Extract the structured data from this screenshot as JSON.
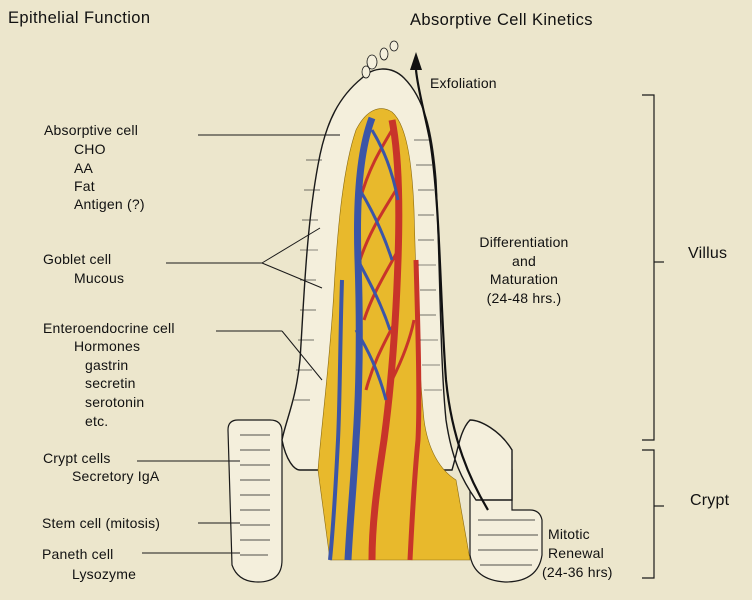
{
  "headings": {
    "left": "Epithelial  Function",
    "right": "Absorptive Cell Kinetics"
  },
  "labels": {
    "exfoliation": "Exfoliation",
    "absorptive_cell": "Absorptive cell",
    "absorptive_items": [
      "CHO",
      "AA",
      "Fat",
      "Antigen (?)"
    ],
    "goblet_cell": "Goblet cell",
    "goblet_item": "Mucous",
    "enteroendocrine_cell": "Enteroendocrine cell",
    "enteroendocrine_items": [
      "Hormones",
      "gastrin",
      "secretin",
      "serotonin",
      "etc."
    ],
    "crypt_cells": "Crypt cells",
    "crypt_item": "Secretory IgA",
    "stem_cell": "Stem cell (mitosis)",
    "paneth_cell": "Paneth cell",
    "paneth_item": "Lysozyme",
    "differentiation": [
      "Differentiation",
      "and",
      "Maturation",
      "(24-48 hrs.)"
    ],
    "mitotic": [
      "Mitotic",
      "Renewal",
      "(24-36 hrs)"
    ],
    "villus": "Villus",
    "crypt": "Crypt"
  },
  "colors": {
    "background": "#ece6cc",
    "artery": "#c8342a",
    "vein": "#3b55a8",
    "lamina_propria": "#e8b92c",
    "epithelium": "#f4efdc",
    "ink": "#1a1a1a"
  }
}
